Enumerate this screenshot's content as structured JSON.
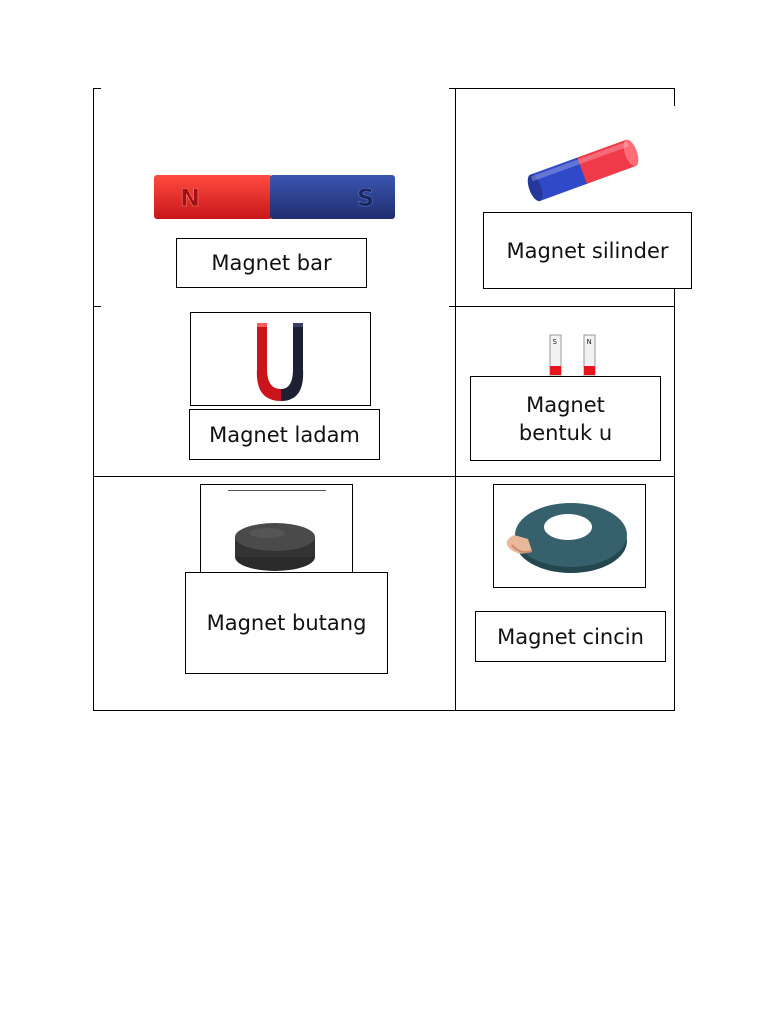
{
  "cells": [
    {
      "label": "Magnet bar",
      "icon": "bar-magnet-icon",
      "marks": [
        "N",
        "S"
      ]
    },
    {
      "label": "Magnet silinder",
      "icon": "cylinder-magnet-icon"
    },
    {
      "label": "Magnet ladam",
      "icon": "horseshoe-magnet-icon"
    },
    {
      "label": "Magnet bentuk u",
      "icon": "u-shaped-magnet-icon",
      "marks": [
        "S",
        "N"
      ]
    },
    {
      "label": "Magnet butang",
      "icon": "button-magnet-icon"
    },
    {
      "label": "Magnet cincin",
      "icon": "ring-magnet-icon"
    }
  ],
  "colors": {
    "north": "#e8282a",
    "south": "#2d3f8f",
    "ferrite": "#3a3a3a",
    "ring": "#2f5563"
  }
}
